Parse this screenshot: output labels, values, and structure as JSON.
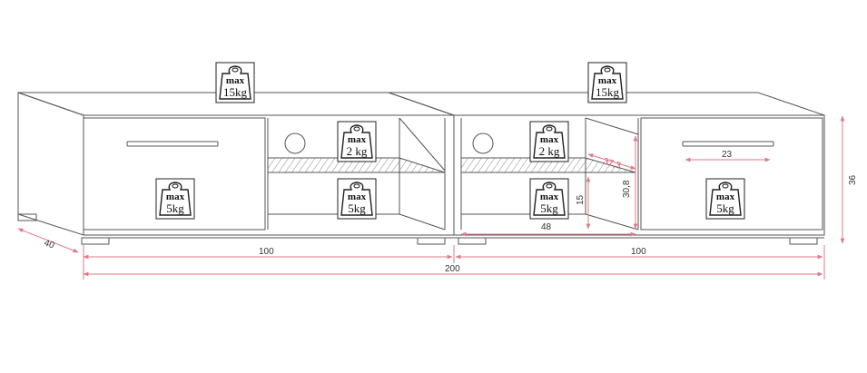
{
  "colors": {
    "outline": "#555555",
    "dimension_line": "#e07a8a",
    "text": "#333333",
    "hatch": "#777777"
  },
  "weight_icons": [
    {
      "id": "top-left",
      "label_top": "max",
      "label_bottom": "15kg"
    },
    {
      "id": "top-right",
      "label_top": "max",
      "label_bottom": "15kg"
    },
    {
      "id": "left-drawer",
      "label_top": "max",
      "label_bottom": "5kg"
    },
    {
      "id": "center-left-upper-shelf",
      "label_top": "max",
      "label_bottom": "2 kg"
    },
    {
      "id": "center-left-lower-shelf",
      "label_top": "max",
      "label_bottom": "5kg"
    },
    {
      "id": "center-right-upper-shelf",
      "label_top": "max",
      "label_bottom": "2 kg"
    },
    {
      "id": "center-right-lower-shelf",
      "label_top": "max",
      "label_bottom": "5kg"
    },
    {
      "id": "right-drawer",
      "label_top": "max",
      "label_bottom": "5kg"
    }
  ],
  "dimensions": {
    "depth": "40",
    "left_width": "100",
    "right_width": "100",
    "total_width": "200",
    "height": "36",
    "handle_width": "23",
    "shelf_depth": "37,3",
    "niche_height": "30,8",
    "lower_height": "15",
    "niche_width": "48"
  }
}
